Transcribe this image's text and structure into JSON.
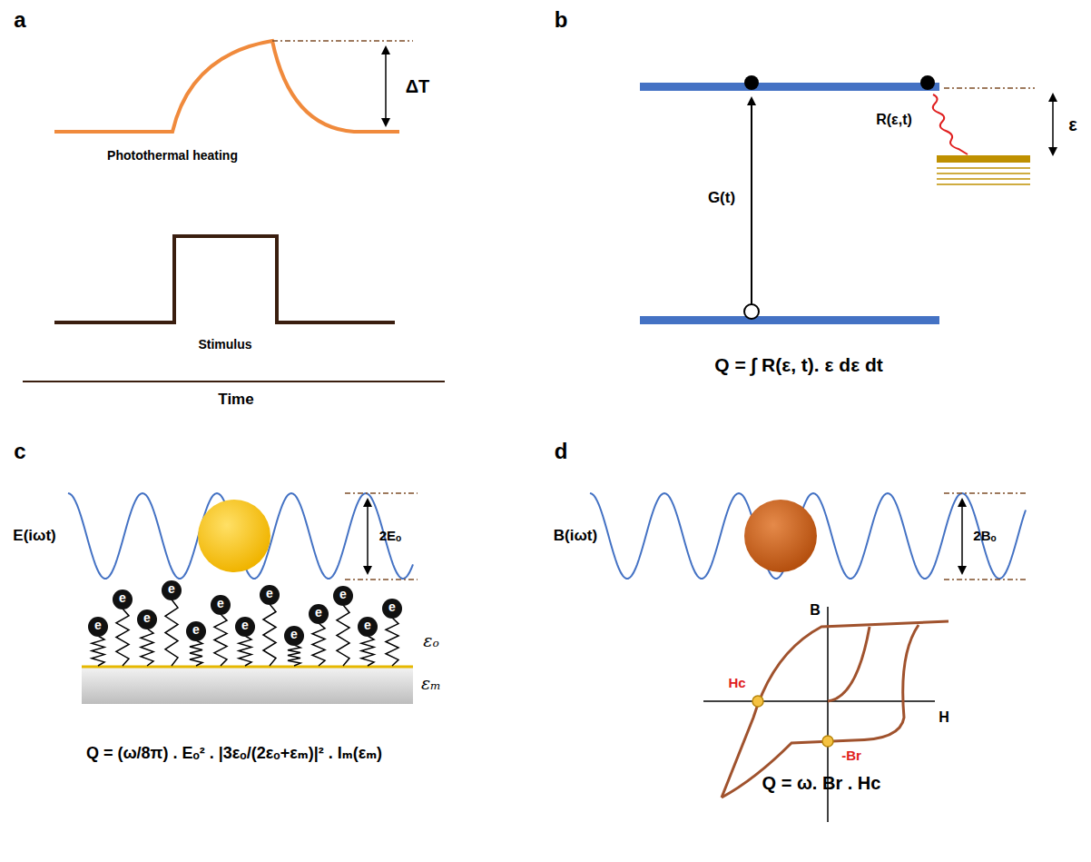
{
  "diagram": {
    "labels": [
      "a",
      "ΔT",
      "Photothermal heating",
      "Stimulus",
      "Time",
      "b",
      "G(t)",
      "R(ε,t)",
      "ε",
      "Q = ∫ R(ε, t). ε dε dt",
      "c",
      "E(iωt)",
      "2Eₒ",
      "e",
      "e",
      "e",
      "e",
      "e",
      "e",
      "e",
      "e",
      "e",
      "e",
      "e",
      "e",
      "e",
      "εₒ",
      "εₘ",
      "Q = (ω/8π) . Eₒ² . |3εₒ/(2εₒ+εₘ)|² . Iₘ(εₘ)",
      "d",
      "B(iωt)",
      "2Bₒ",
      "B",
      "Hc",
      "-Br",
      "H",
      "Q = ω. Br . Hc"
    ]
  }
}
